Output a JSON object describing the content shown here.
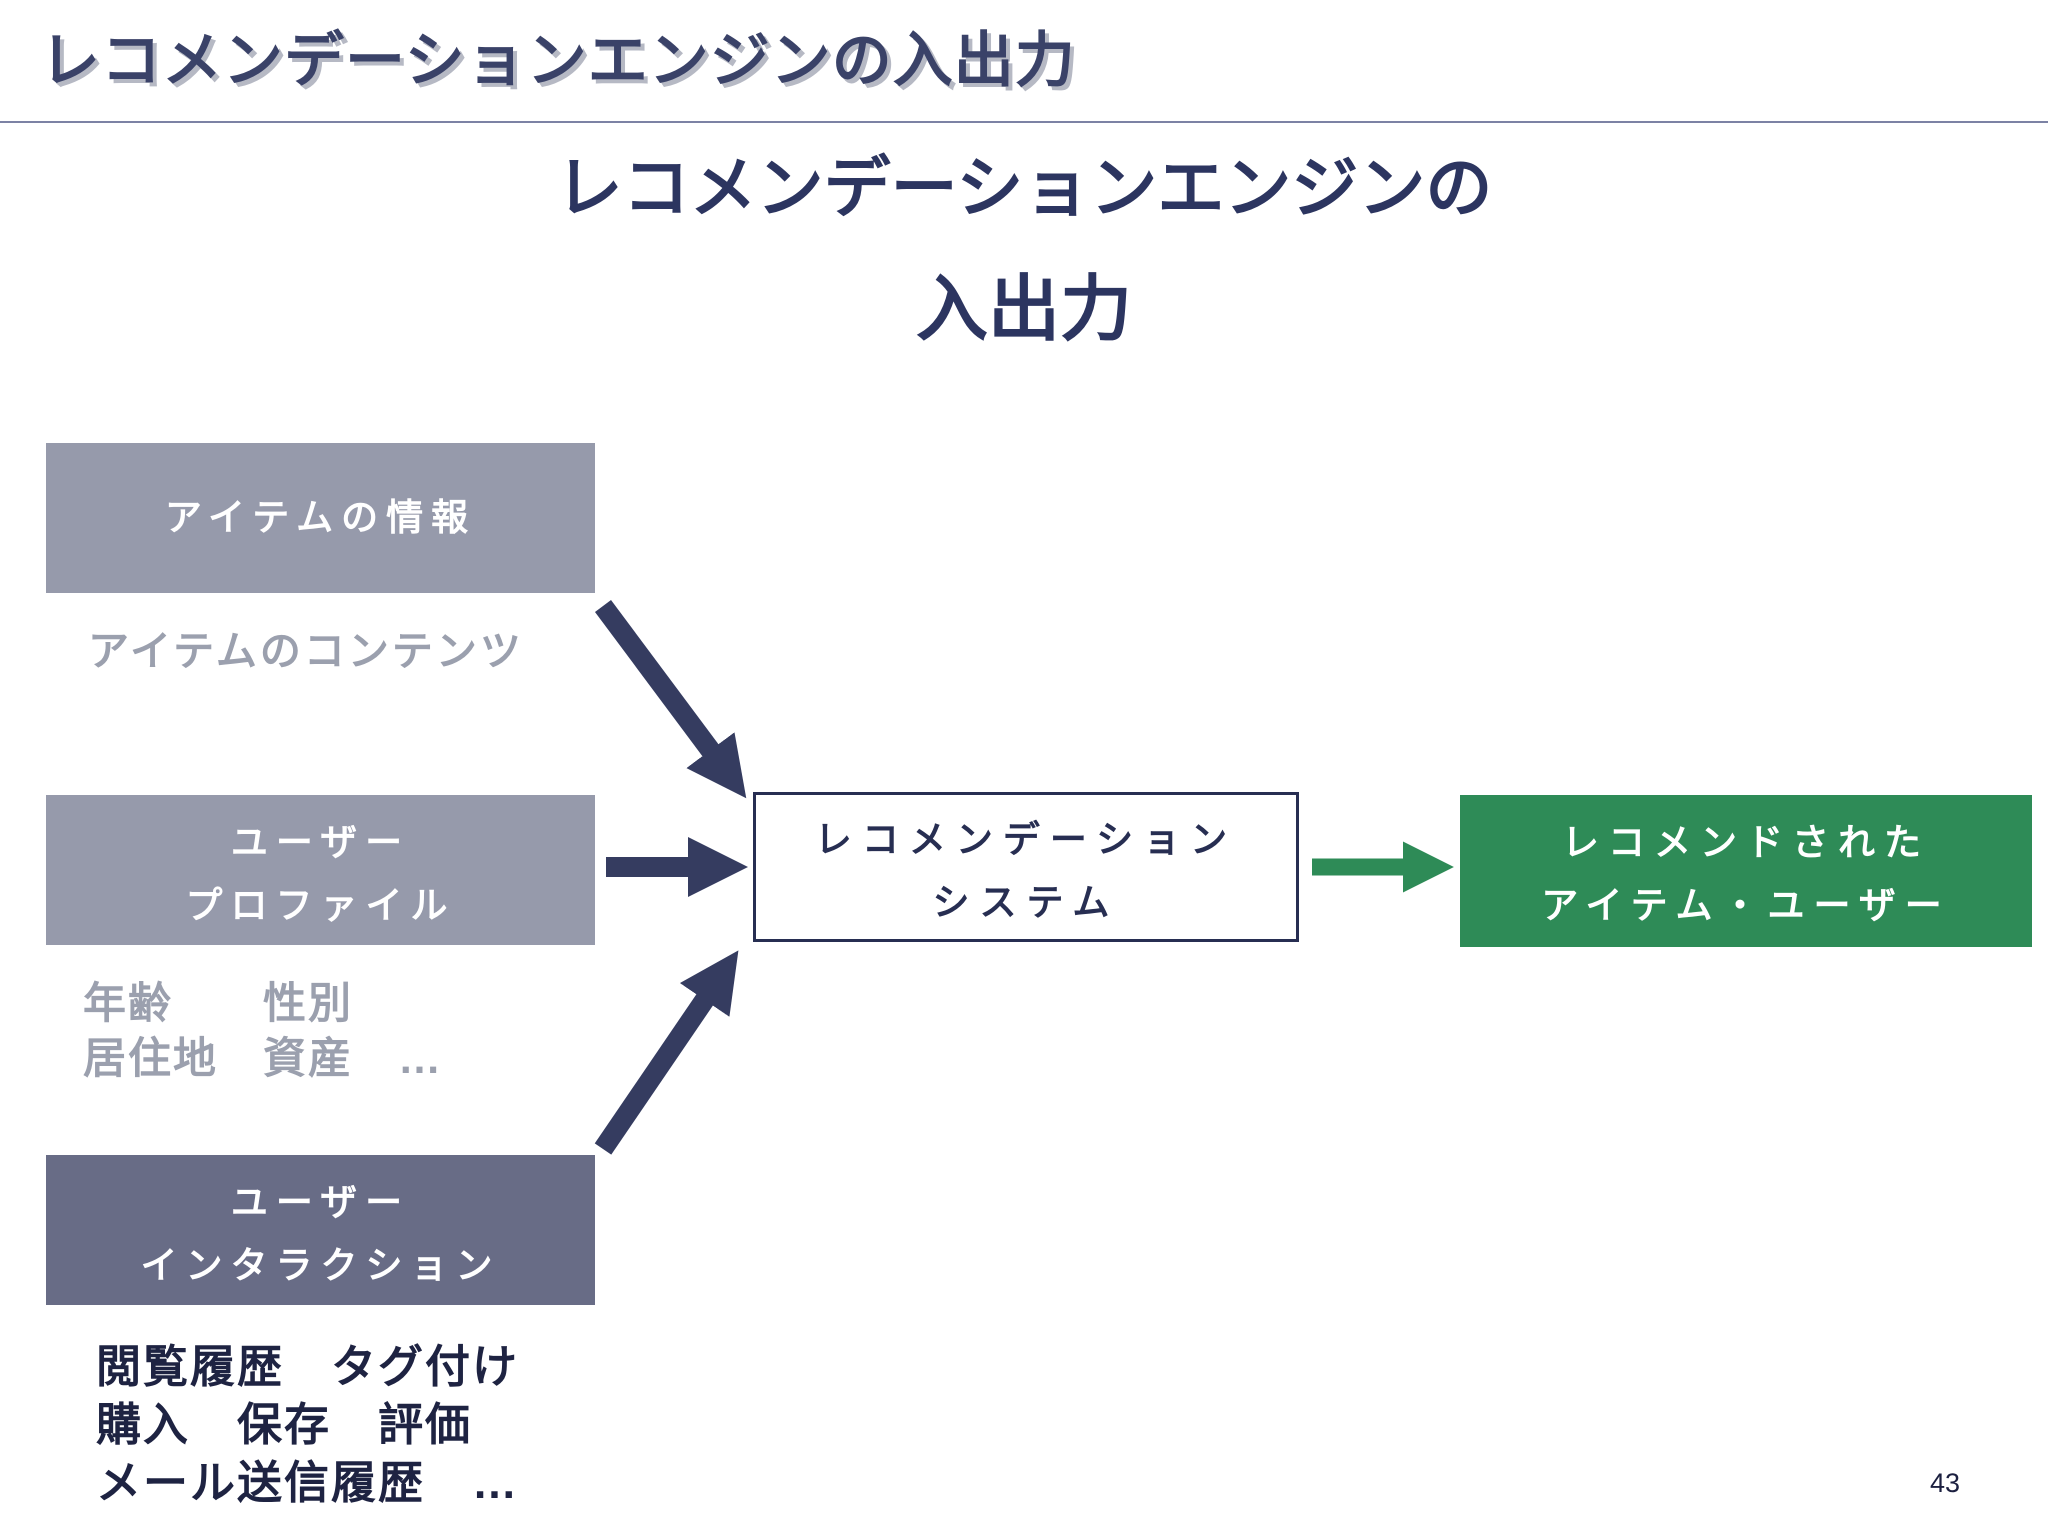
{
  "header": {
    "title": "レコメンデーションエンジンの入出力"
  },
  "title": {
    "line1": "レコメンデーションエンジンの",
    "line2": "入出力"
  },
  "diagram": {
    "inputs": [
      {
        "id": "item-info",
        "box_lines": [
          "アイテムの情報"
        ],
        "notes": [
          "アイテムのコンテンツ"
        ]
      },
      {
        "id": "user-profile",
        "box_lines": [
          "ユーザー",
          "プロファイル"
        ],
        "notes": [
          "年齢　　性別",
          "居住地　資産　…"
        ]
      },
      {
        "id": "user-interaction",
        "box_lines": [
          "ユーザー",
          "インタラクション"
        ],
        "notes": [
          "閲覧履歴　タグ付け",
          "購入　保存　評価",
          "メール送信履歴　…"
        ]
      }
    ],
    "engine_box": {
      "lines": [
        "レコメンデーション",
        "システム"
      ]
    },
    "output_box": {
      "lines": [
        "レコメンドされた",
        "アイテム・ユーザー"
      ]
    },
    "colors": {
      "title_navy": "#2c3560",
      "arrow_navy": "#353c60",
      "input_box_gray": "#969aab",
      "interaction_box_slate": "#686c86",
      "output_green": "#2e8b57",
      "muted_gray_text": "#9ba0ae",
      "dark_note_text": "#1e2342"
    }
  },
  "footer": {
    "page_number": "43"
  }
}
